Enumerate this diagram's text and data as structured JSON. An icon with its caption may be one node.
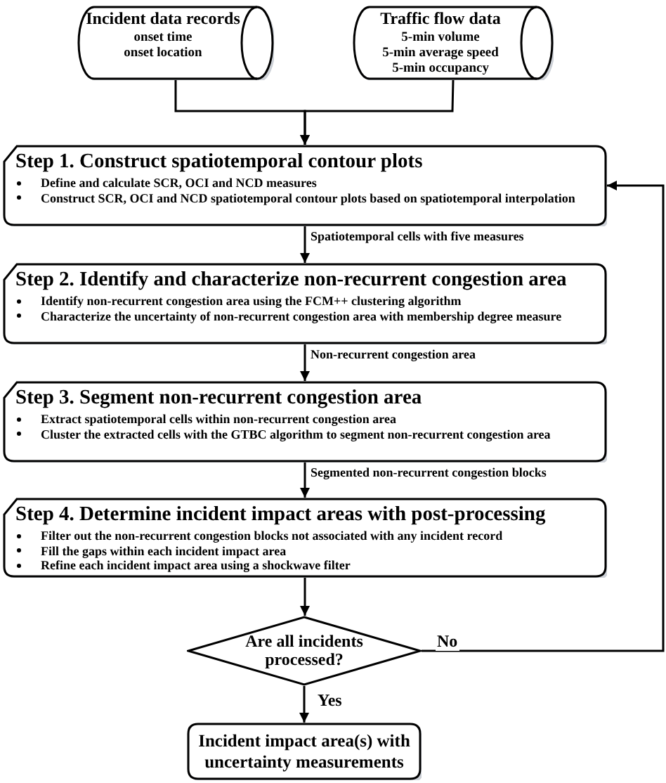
{
  "diagram": {
    "nodes": [
      {
        "text": [
          "Incident data records",
          "onset time",
          "onset location"
        ]
      },
      {
        "text": [
          "Traffic flow data",
          "5-min volume",
          "5-min average speed",
          "5-min occupancy"
        ]
      },
      {
        "text": [
          "Step 1. Construct spatiotemporal contour plots",
          "Define and calculate SCR, OCI and NCD measures",
          "Construct SCR, OCI and NCD spatiotemporal contour plots based on spatiotemporal interpolation"
        ]
      },
      {
        "text": [
          "Step 2. Identify and characterize non-recurrent congestion area",
          "Identify non-recurrent congestion area using the FCM++ clustering algorithm",
          "Characterize the uncertainty of non-recurrent congestion area with membership degree measure"
        ]
      },
      {
        "text": [
          "Step 3. Segment non-recurrent congestion area",
          "Extract spatiotemporal cells within non-recurrent congestion area",
          "Cluster the extracted cells with the GTBC algorithm to segment non-recurrent congestion area"
        ]
      },
      {
        "text": [
          "Step 4. Determine incident impact areas with post-processing",
          "Filter out the non-recurrent congestion blocks not associated with any incident record",
          "Fill the gaps within each incident impact area",
          "Refine each incident impact area using a shockwave filter"
        ]
      },
      {
        "text": [
          "Are all incidents processed?"
        ]
      },
      {
        "text": [
          "Incident impact area(s) with uncertainty measurements"
        ]
      }
    ],
    "edges": [
      {
        "from": 0,
        "to": 2,
        "arrow": "to"
      },
      {
        "from": 1,
        "to": 2,
        "arrow": "to"
      },
      {
        "from": 2,
        "to": 3,
        "arrow": "to",
        "label": "Spatiotemporal cells with five measures"
      },
      {
        "from": 3,
        "to": 4,
        "arrow": "to",
        "label": "Non-recurrent congestion area"
      },
      {
        "from": 4,
        "to": 5,
        "arrow": "to",
        "label": "Segmented non-recurrent congestion blocks"
      },
      {
        "from": 5,
        "to": 6,
        "arrow": "to"
      },
      {
        "from": 6,
        "to": 7,
        "arrow": "to",
        "label": "Yes"
      },
      {
        "from": 6,
        "to": 2,
        "arrow": "to",
        "label": "No"
      }
    ]
  }
}
